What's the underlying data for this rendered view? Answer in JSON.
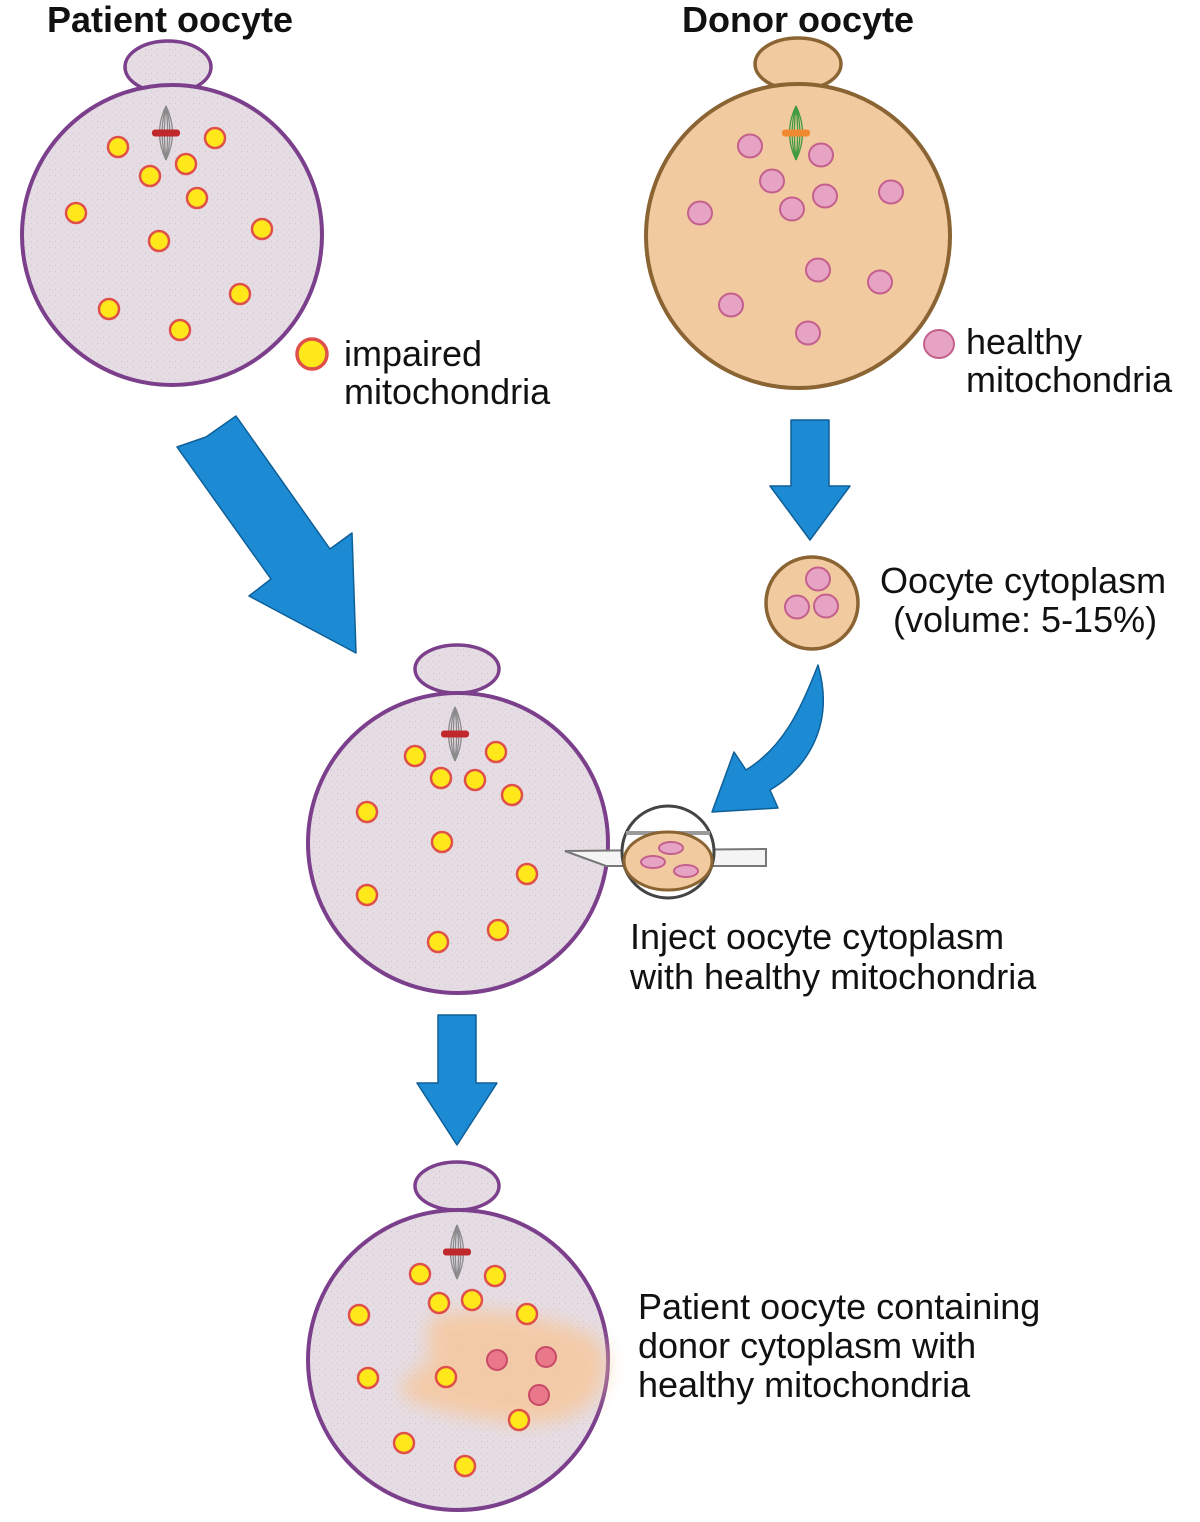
{
  "patient_oocyte": {
    "title": "Patient oocyte"
  },
  "donor_oocyte": {
    "title": "Donor oocyte"
  },
  "legend": {
    "impaired": [
      "impaired",
      "mitochondria"
    ],
    "healthy": [
      "healthy",
      "mitochondria"
    ]
  },
  "cytoplasm_label": [
    "Oocyte cytoplasm",
    "(volume: 5-15%)"
  ],
  "inject_label": [
    "Inject oocyte cytoplasm",
    "with healthy mitochondria"
  ],
  "result_label": [
    "Patient oocyte containing",
    "donor cytoplasm with",
    "healthy mitochondria"
  ],
  "colors": {
    "patient_cytoplasm": "#e6dde4",
    "patient_membrane": "#7b3f8c",
    "donor_cytoplasm": "#f2caa0",
    "donor_membrane": "#8a6432",
    "impaired_fill": "#ffe81a",
    "impaired_ring": "#e0504a",
    "healthy_fill": "#e7a3c3",
    "healthy_ring": "#c4608e",
    "arrow": "#1c8bd4",
    "spindle_bar_patient": "#c0282c",
    "spindle_bar_donor": "#f08a30"
  }
}
